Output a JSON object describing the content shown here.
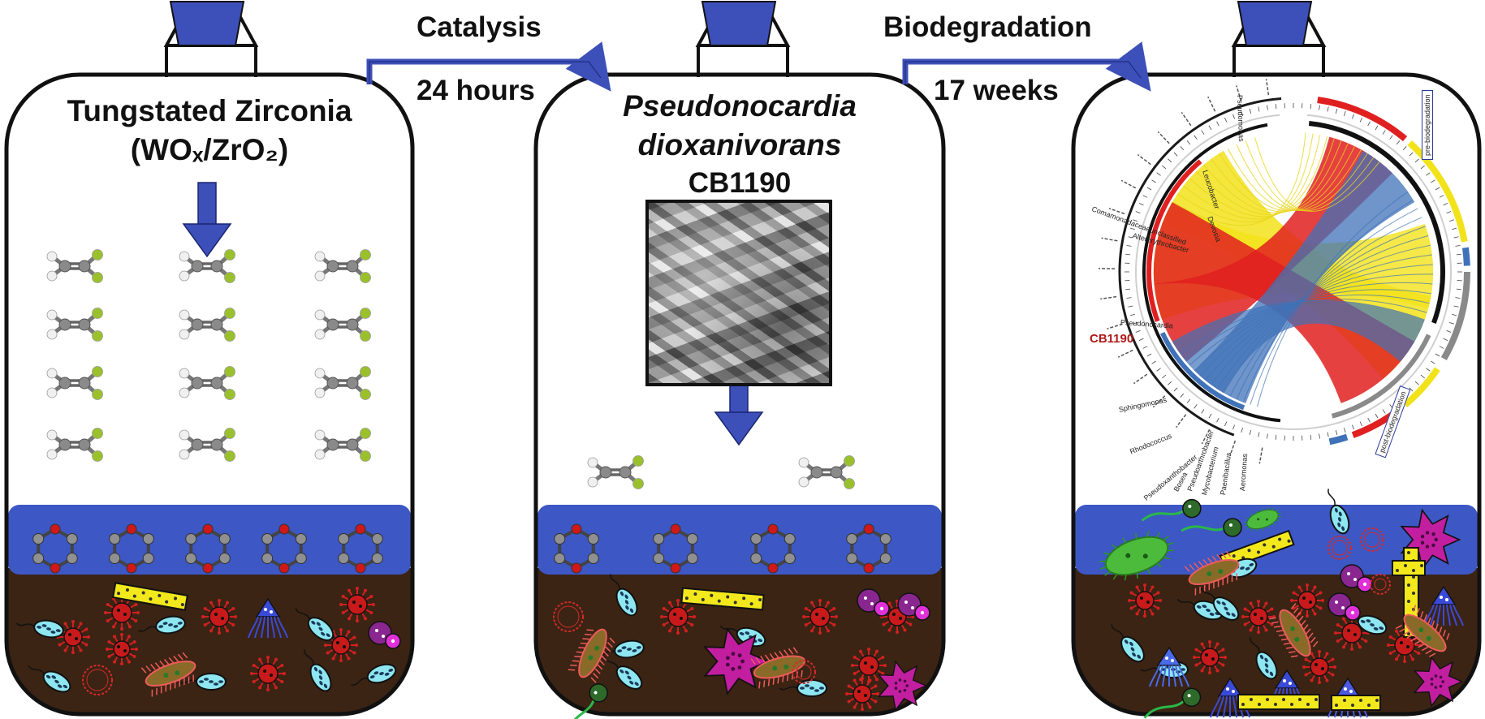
{
  "steps": [
    {
      "label": "Catalysis",
      "duration": "24 hours"
    },
    {
      "label": "Biodegradation",
      "duration": "17 weeks"
    }
  ],
  "panel1": {
    "title_line1": "Tungstated Zirconia",
    "formula": "(WOₓ/ZrO₂)"
  },
  "panel2": {
    "title_line1": "Pseudonocardia",
    "title_line2": "dioxanivorans",
    "strain": "CB1190"
  },
  "panel3": {
    "highlight_label": "CB1190",
    "genus_labels": [
      "Pseudomonas",
      "Leucobacter",
      "Devosia",
      "Comamonadaceaeunclassified",
      "Altererythrobacter",
      "Pseudonocardia",
      "Sphingomonas",
      "Rhodococcus",
      "Pseudoxanthobacter",
      "Bosea",
      "Pseudoarthrobacter",
      "Mycobacterium",
      "Paenibacillus",
      "Aeromonas"
    ],
    "group_labels": [
      "pre-biodegradation",
      "post-biodegradation"
    ]
  },
  "colors": {
    "arrow_blue": "#3d4fb8",
    "water_blue": "#3d57c4",
    "soil_brown": "#3b2414",
    "chord_red": "#e02020",
    "chord_yellow": "#f2e21a",
    "chord_blue": "#3f72b8"
  }
}
